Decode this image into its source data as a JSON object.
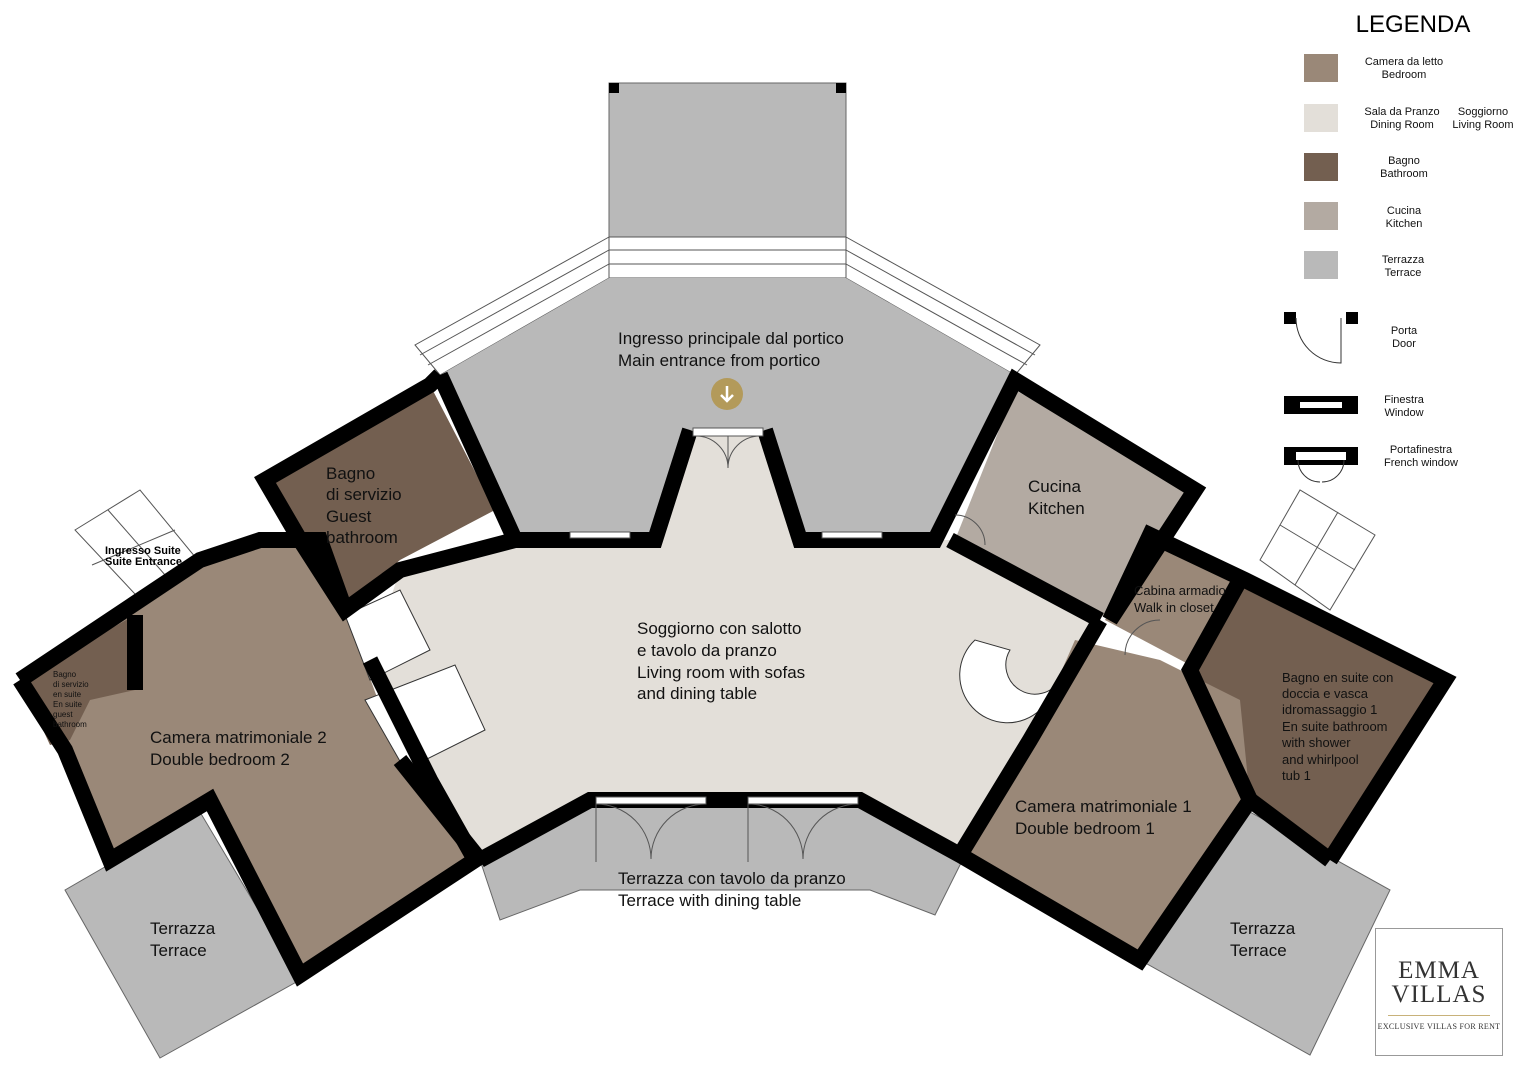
{
  "legend": {
    "title": "LEGENDA",
    "items": [
      {
        "it": "Camera da letto",
        "en": "Bedroom",
        "color": "#9a8878"
      },
      {
        "it": "Sala da Pranzo",
        "en": "Dining Room",
        "it2": "Soggiorno",
        "en2": "Living Room",
        "color": "#e3dfd9"
      },
      {
        "it": "Bagno",
        "en": "Bathroom",
        "color": "#735f50"
      },
      {
        "it": "Cucina",
        "en": "Kitchen",
        "color": "#b3aaa2"
      },
      {
        "it": "Terrazza",
        "en": "Terrace",
        "color": "#b9b9b9"
      },
      {
        "it": "Porta",
        "en": "Door"
      },
      {
        "it": "Finestra",
        "en": "Window"
      },
      {
        "it": "Portafinestra",
        "en": "French window"
      }
    ]
  },
  "rooms": {
    "entrance": [
      "Ingresso principale dal portico",
      "Main entrance from portico"
    ],
    "guest_bath": [
      "Bagno",
      "di servizio",
      "Guest",
      "bathroom"
    ],
    "kitchen": [
      "Cucina",
      "Kitchen"
    ],
    "living": [
      "Soggiorno con salotto",
      "e tavolo da pranzo",
      "Living room with sofas",
      "and dining table"
    ],
    "suite_entrance": [
      "Ingresso Suite",
      "Suite Entrance"
    ],
    "ensuite_small": [
      "Bagno",
      "di servizio",
      "en suite",
      "En suite",
      "guest",
      "bathroom"
    ],
    "bedroom2": [
      "Camera matrimoniale 2",
      "Double bedroom 2"
    ],
    "closet": [
      "Cabina armadio",
      "Walk in closet"
    ],
    "ensuite_bath": [
      "Bagno en suite con",
      "doccia e vasca",
      "idromassaggio 1",
      "En suite bathroom",
      "with shower",
      "and whirlpool",
      "tub 1"
    ],
    "bedroom1": [
      "Camera matrimoniale 1",
      "Double bedroom 1"
    ],
    "terrace_dining": [
      "Terrazza con tavolo da pranzo",
      "Terrace with dining table"
    ],
    "terrace_left": [
      "Terrazza",
      "Terrace"
    ],
    "terrace_right": [
      "Terrazza",
      "Terrace"
    ]
  },
  "logo": {
    "line1": "EMMA",
    "line2": "VILLAS",
    "tagline": "EXCLUSIVE VILLAS FOR RENT"
  },
  "colors": {
    "accent": "#b39a5a"
  }
}
